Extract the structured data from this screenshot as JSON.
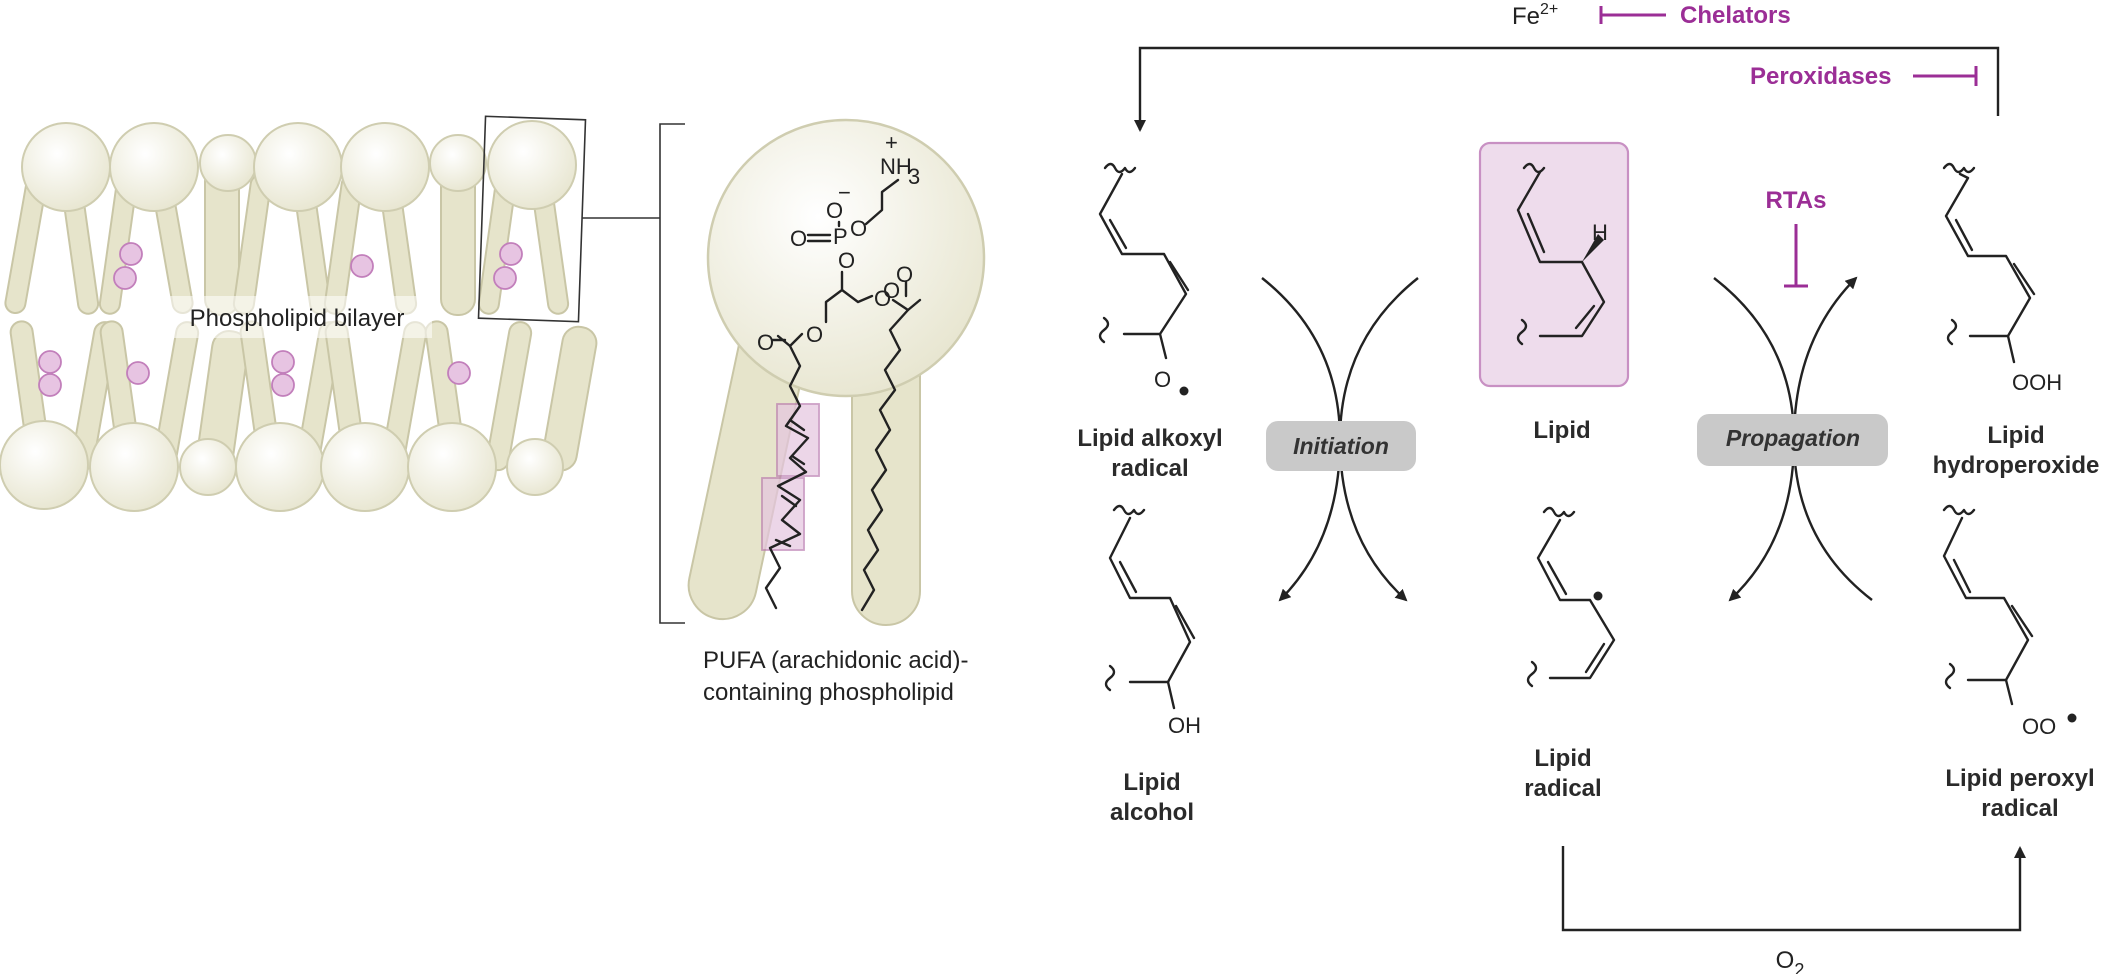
{
  "membrane": {
    "bilayer_label": "Phospholipid bilayer",
    "phospholipid_caption_line1": "PUFA (arachidonic acid)-",
    "phospholipid_caption_line2": "containing phospholipid"
  },
  "cycle": {
    "fe": "Fe",
    "fe_charge": "2+",
    "chelators": "Chelators",
    "peroxidases": "Peroxidases",
    "rtas": "RTAs",
    "initiation": "Initiation",
    "propagation": "Propagation",
    "o2": "O",
    "o2_sub": "2"
  },
  "species": {
    "alkoxyl_line1": "Lipid alkoxyl",
    "alkoxyl_line2": "radical",
    "alcohol_line1": "Lipid",
    "alcohol_line2": "alcohol",
    "lipid": "Lipid",
    "lipid_radical_line1": "Lipid",
    "lipid_radical_line2": "radical",
    "hydroperoxide_line1": "Lipid",
    "hydroperoxide_line2": "hydroperoxide",
    "peroxyl_line1": "Lipid peroxyl",
    "peroxyl_line2": "radical"
  },
  "atoms": {
    "o": "O",
    "oh": "OH",
    "ooh": "OOH",
    "oo": "OO",
    "h": "H",
    "nh3": "NH",
    "nh3_sub": "3",
    "plus": "+",
    "minus": "−",
    "p": "P"
  },
  "colors": {
    "accent": "#9b2e96",
    "pill": "#c9c9c9",
    "box_fill": "#eedcec",
    "box_stroke": "#c890c3"
  }
}
